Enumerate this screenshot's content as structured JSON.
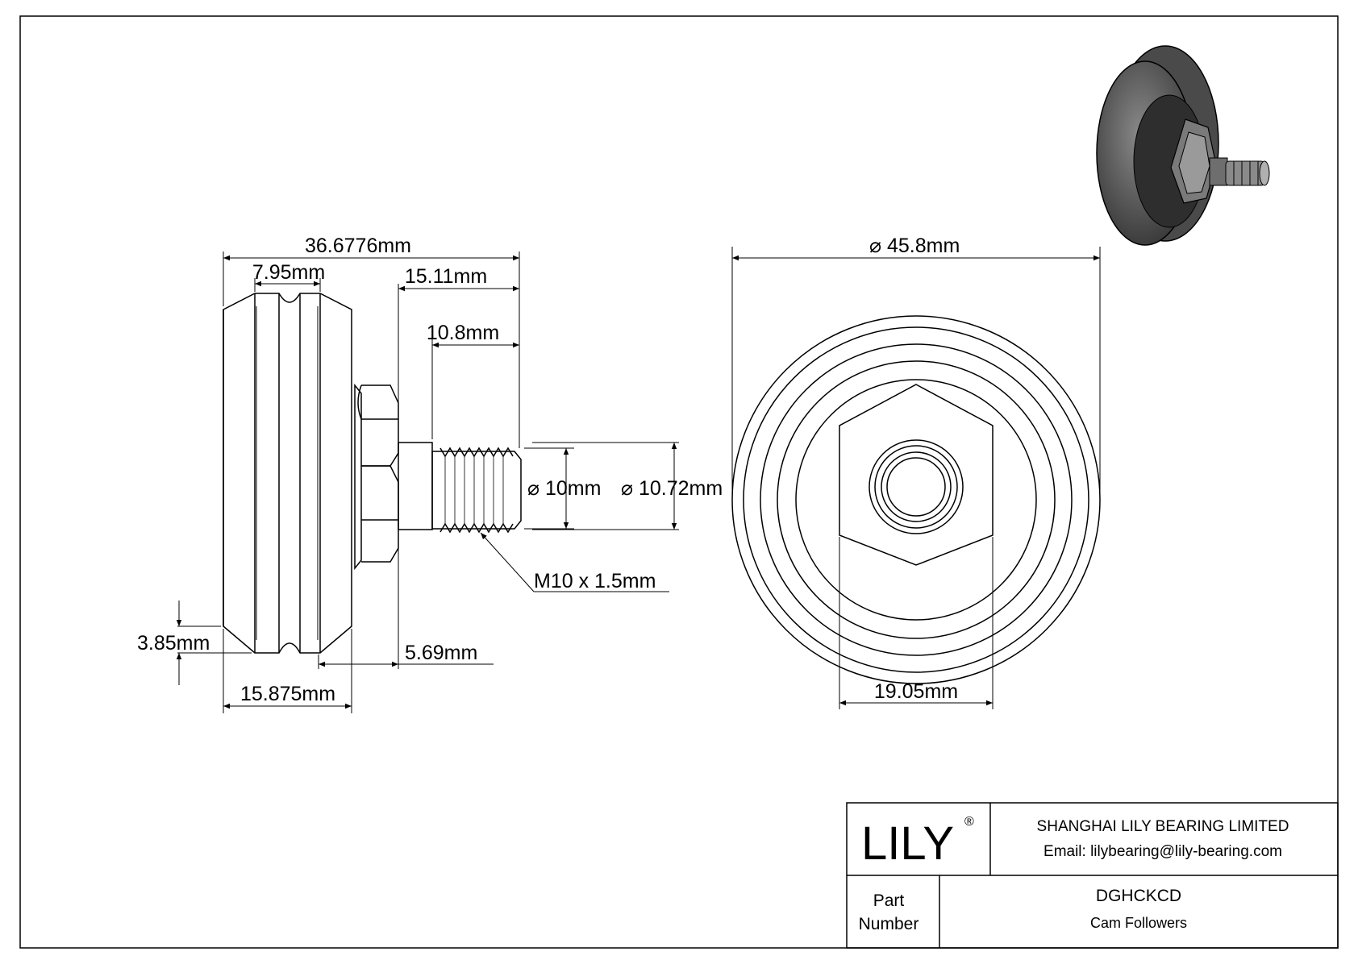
{
  "dimensions": {
    "overall_length": "36.6776mm",
    "wheel_width": "7.95mm",
    "stud_length": "15.11mm",
    "thread_length": "10.8mm",
    "thread_diameter": "10mm",
    "shoulder_diameter": "10.72mm",
    "thread_spec": "M10 x 1.5mm",
    "groove_depth": "3.85mm",
    "hex_offset": "5.69mm",
    "wheel_total_width": "15.875mm",
    "outer_diameter": "45.8mm",
    "hex_across_flats": "19.05mm",
    "diameter_symbol": "⌀"
  },
  "title_block": {
    "logo": "LILY",
    "registered_mark": "®",
    "company": "SHANGHAI LILY BEARING LIMITED",
    "email": "Email: lilybearing@lily-bearing.com",
    "part_label_line1": "Part",
    "part_label_line2": "Number",
    "part_number": "DGHCKCD",
    "category": "Cam Followers"
  },
  "colors": {
    "line": "#000000",
    "render_dark": "#3a3a3a",
    "render_mid": "#6e6e6e",
    "render_light": "#9a9a9a"
  }
}
